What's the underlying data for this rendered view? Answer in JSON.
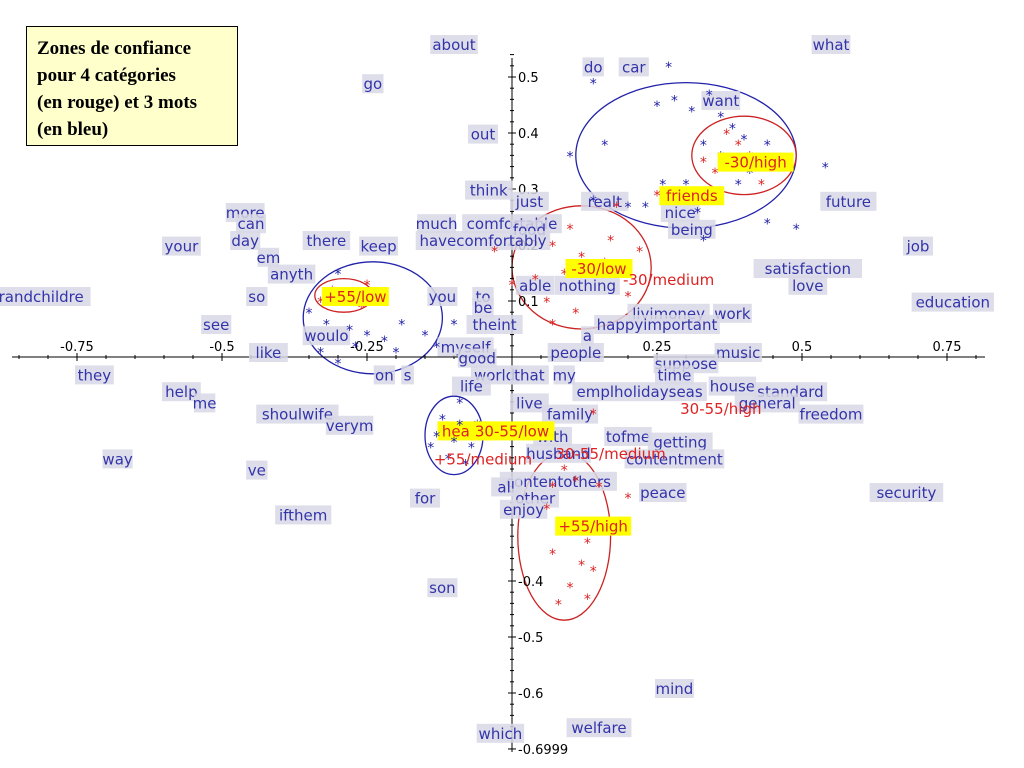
{
  "chart_data": {
    "type": "scatter",
    "title": "Zones de confiance pour 4 catégories (en rouge) et 3 mots (en bleu)",
    "title_lines": [
      "Zones de confiance",
      "pour 4 catégories",
      "(en rouge) et 3 mots",
      "(en bleu)"
    ],
    "xlim": [
      -0.87,
      0.85
    ],
    "ylim": [
      -0.6999,
      0.56
    ],
    "x_ticks": [
      {
        "v": -0.75,
        "label": "-0.75"
      },
      {
        "v": -0.5,
        "label": "-0.5"
      },
      {
        "v": -0.25,
        "label": "-0.25"
      },
      {
        "v": 0.25,
        "label": "0.25"
      },
      {
        "v": 0.5,
        "label": "0.5"
      },
      {
        "v": 0.75,
        "label": "0.75"
      }
    ],
    "y_ticks": [
      {
        "v": 0.5,
        "label": "0.5"
      },
      {
        "v": 0.4,
        "label": "0.4"
      },
      {
        "v": 0.3,
        "label": "0.3"
      },
      {
        "v": 0.2,
        "label": "0.2"
      },
      {
        "v": 0.1,
        "label": "0.1"
      },
      {
        "v": -0.4,
        "label": "-0.4"
      },
      {
        "v": -0.5,
        "label": "-0.5"
      },
      {
        "v": -0.6,
        "label": "-0.6"
      },
      {
        "v": -0.6999,
        "label": "-0.6999"
      }
    ],
    "colors": {
      "words": "#3333aa",
      "word_bg": "#d8d8e6",
      "categories": "#dd2222",
      "highlight": "#ffff00",
      "axis": "#000000"
    },
    "words": [
      {
        "text": "about",
        "x": -0.1,
        "y": 0.55
      },
      {
        "text": "what",
        "x": 0.55,
        "y": 0.55
      },
      {
        "text": "go",
        "x": -0.24,
        "y": 0.48
      },
      {
        "text": "do",
        "x": 0.14,
        "y": 0.51
      },
      {
        "text": "car",
        "x": 0.21,
        "y": 0.51
      },
      {
        "text": "want",
        "x": 0.36,
        "y": 0.45
      },
      {
        "text": "out",
        "x": -0.05,
        "y": 0.39
      },
      {
        "text": "think",
        "x": -0.04,
        "y": 0.29
      },
      {
        "text": "just",
        "x": 0.03,
        "y": 0.27
      },
      {
        "text": "realt",
        "x": 0.16,
        "y": 0.27
      },
      {
        "text": "future",
        "x": 0.58,
        "y": 0.27
      },
      {
        "text": "more",
        "x": -0.46,
        "y": 0.25
      },
      {
        "text": "can",
        "x": -0.45,
        "y": 0.23
      },
      {
        "text": "much",
        "x": -0.13,
        "y": 0.23
      },
      {
        "text": "comfortable",
        "x": 0.0,
        "y": 0.23
      },
      {
        "text": "nice",
        "x": 0.29,
        "y": 0.25
      },
      {
        "text": "food",
        "x": 0.03,
        "y": 0.22
      },
      {
        "text": "being",
        "x": 0.31,
        "y": 0.22
      },
      {
        "text": "day",
        "x": -0.46,
        "y": 0.2
      },
      {
        "text": "there",
        "x": -0.32,
        "y": 0.2
      },
      {
        "text": "havecomfortably",
        "x": -0.05,
        "y": 0.2
      },
      {
        "text": "your",
        "x": -0.57,
        "y": 0.19
      },
      {
        "text": "keep",
        "x": -0.23,
        "y": 0.19
      },
      {
        "text": "job",
        "x": 0.7,
        "y": 0.19
      },
      {
        "text": "em",
        "x": -0.42,
        "y": 0.17
      },
      {
        "text": "satisfaction",
        "x": 0.51,
        "y": 0.15
      },
      {
        "text": "anyth",
        "x": -0.38,
        "y": 0.14
      },
      {
        "text": "love",
        "x": 0.51,
        "y": 0.12
      },
      {
        "text": "able",
        "x": 0.04,
        "y": 0.12
      },
      {
        "text": "nothing",
        "x": 0.13,
        "y": 0.12
      },
      {
        "text": "grandchildre",
        "x": -0.82,
        "y": 0.1
      },
      {
        "text": "so",
        "x": -0.44,
        "y": 0.1
      },
      {
        "text": "you",
        "x": -0.12,
        "y": 0.1
      },
      {
        "text": "to",
        "x": -0.05,
        "y": 0.1
      },
      {
        "text": "education",
        "x": 0.76,
        "y": 0.09
      },
      {
        "text": "be",
        "x": -0.05,
        "y": 0.08
      },
      {
        "text": "livimoney",
        "x": 0.27,
        "y": 0.07
      },
      {
        "text": "work",
        "x": 0.38,
        "y": 0.07
      },
      {
        "text": "see",
        "x": -0.51,
        "y": 0.05
      },
      {
        "text": "theint",
        "x": -0.03,
        "y": 0.05
      },
      {
        "text": "happyimportant",
        "x": 0.25,
        "y": 0.05
      },
      {
        "text": "woulo",
        "x": -0.32,
        "y": 0.03
      },
      {
        "text": "a",
        "x": 0.13,
        "y": 0.03
      },
      {
        "text": "myself",
        "x": -0.08,
        "y": 0.01
      },
      {
        "text": "like",
        "x": -0.42,
        "y": 0.0
      },
      {
        "text": "people",
        "x": 0.11,
        "y": 0.0
      },
      {
        "text": "music",
        "x": 0.39,
        "y": 0.0
      },
      {
        "text": "good",
        "x": -0.06,
        "y": -0.01
      },
      {
        "text": "suppose",
        "x": 0.3,
        "y": -0.02
      },
      {
        "text": "they",
        "x": -0.72,
        "y": -0.04
      },
      {
        "text": "on",
        "x": -0.22,
        "y": -0.04
      },
      {
        "text": "s",
        "x": -0.18,
        "y": -0.04
      },
      {
        "text": "world",
        "x": -0.03,
        "y": -0.04
      },
      {
        "text": "that",
        "x": 0.03,
        "y": -0.04
      },
      {
        "text": "my",
        "x": 0.09,
        "y": -0.04
      },
      {
        "text": "time",
        "x": 0.28,
        "y": -0.04
      },
      {
        "text": "house",
        "x": 0.38,
        "y": -0.06
      },
      {
        "text": "life",
        "x": -0.07,
        "y": -0.06
      },
      {
        "text": "emplholidayseas",
        "x": 0.22,
        "y": -0.07
      },
      {
        "text": "standard",
        "x": 0.48,
        "y": -0.07
      },
      {
        "text": "help",
        "x": -0.57,
        "y": -0.07
      },
      {
        "text": "me",
        "x": -0.53,
        "y": -0.09
      },
      {
        "text": "live",
        "x": 0.03,
        "y": -0.09
      },
      {
        "text": "general",
        "x": 0.44,
        "y": -0.09
      },
      {
        "text": "shoulwife",
        "x": -0.37,
        "y": -0.11
      },
      {
        "text": "family",
        "x": 0.1,
        "y": -0.11
      },
      {
        "text": "freedom",
        "x": 0.55,
        "y": -0.11
      },
      {
        "text": "verym",
        "x": -0.28,
        "y": -0.13
      },
      {
        "text": "with",
        "x": 0.07,
        "y": -0.15
      },
      {
        "text": "tofme",
        "x": 0.2,
        "y": -0.15
      },
      {
        "text": "getting",
        "x": 0.29,
        "y": -0.16
      },
      {
        "text": "husband",
        "x": 0.08,
        "y": -0.18
      },
      {
        "text": "way",
        "x": -0.68,
        "y": -0.19
      },
      {
        "text": "contentment",
        "x": 0.28,
        "y": -0.19
      },
      {
        "text": "ve",
        "x": -0.44,
        "y": -0.21
      },
      {
        "text": "contentothers",
        "x": 0.08,
        "y": -0.23
      },
      {
        "text": "all",
        "x": -0.01,
        "y": -0.24
      },
      {
        "text": "peace",
        "x": 0.26,
        "y": -0.25
      },
      {
        "text": "security",
        "x": 0.68,
        "y": -0.25
      },
      {
        "text": "for",
        "x": -0.15,
        "y": -0.26
      },
      {
        "text": "other",
        "x": 0.04,
        "y": -0.26
      },
      {
        "text": "enjoy",
        "x": 0.02,
        "y": -0.28
      },
      {
        "text": "ifthem",
        "x": -0.36,
        "y": -0.29
      },
      {
        "text": "son",
        "x": -0.12,
        "y": -0.42
      },
      {
        "text": "mind",
        "x": 0.28,
        "y": -0.6
      },
      {
        "text": "welfare",
        "x": 0.15,
        "y": -0.67
      },
      {
        "text": "which",
        "x": -0.02,
        "y": -0.68
      },
      {
        "text": "friends",
        "x": 0.31,
        "y": 0.28
      },
      {
        "text": "health",
        "x": -0.08,
        "y": -0.14
      }
    ],
    "highlighted_words": [
      "friends",
      "health"
    ],
    "categories": [
      {
        "label": "-30/high",
        "x": 0.42,
        "y": 0.34,
        "highlight": true
      },
      {
        "label": "-30/low",
        "x": 0.15,
        "y": 0.15,
        "highlight": true
      },
      {
        "label": "-30/medium",
        "x": 0.27,
        "y": 0.13,
        "highlight": false
      },
      {
        "label": "+55/low",
        "x": -0.27,
        "y": 0.1,
        "highlight": true
      },
      {
        "label": "30-55/high",
        "x": 0.36,
        "y": -0.1,
        "highlight": false
      },
      {
        "label": "30-55/low",
        "x": 0.0,
        "y": -0.14,
        "highlight": true
      },
      {
        "label": "+55/medium",
        "x": -0.05,
        "y": -0.19,
        "highlight": false
      },
      {
        "label": "30-55/medium",
        "x": 0.17,
        "y": -0.18,
        "highlight": false
      },
      {
        "label": "+55/high",
        "x": 0.14,
        "y": -0.31,
        "highlight": true
      }
    ],
    "ellipses": [
      {
        "name": "friends-zone",
        "color": "blue",
        "cx": 0.3,
        "cy": 0.36,
        "rx": 0.19,
        "ry": 0.13
      },
      {
        "name": "-30/high-zone",
        "color": "red",
        "cx": 0.4,
        "cy": 0.36,
        "rx": 0.09,
        "ry": 0.07
      },
      {
        "name": "-30/low-zone",
        "color": "red",
        "cx": 0.12,
        "cy": 0.16,
        "rx": 0.12,
        "ry": 0.11
      },
      {
        "name": "+55/low-zone",
        "color": "red",
        "cx": -0.29,
        "cy": 0.11,
        "rx": 0.05,
        "ry": 0.03
      },
      {
        "name": "blue-left-zone",
        "color": "blue",
        "cx": -0.24,
        "cy": 0.07,
        "rx": 0.12,
        "ry": 0.1
      },
      {
        "name": "health-zone",
        "color": "blue",
        "cx": -0.1,
        "cy": -0.14,
        "rx": 0.05,
        "ry": 0.07
      },
      {
        "name": "+55/high-zone",
        "color": "red",
        "cx": 0.09,
        "cy": -0.32,
        "rx": 0.08,
        "ry": 0.15
      }
    ],
    "stars": [
      {
        "x": 0.27,
        "y": 0.52,
        "c": "blue"
      },
      {
        "x": 0.14,
        "y": 0.49,
        "c": "blue"
      },
      {
        "x": 0.25,
        "y": 0.45,
        "c": "blue"
      },
      {
        "x": 0.28,
        "y": 0.46,
        "c": "blue"
      },
      {
        "x": 0.31,
        "y": 0.44,
        "c": "blue"
      },
      {
        "x": 0.34,
        "y": 0.47,
        "c": "blue"
      },
      {
        "x": 0.36,
        "y": 0.43,
        "c": "blue"
      },
      {
        "x": 0.38,
        "y": 0.41,
        "c": "blue"
      },
      {
        "x": 0.4,
        "y": 0.39,
        "c": "blue"
      },
      {
        "x": 0.44,
        "y": 0.38,
        "c": "blue"
      },
      {
        "x": 0.33,
        "y": 0.38,
        "c": "blue"
      },
      {
        "x": 0.36,
        "y": 0.36,
        "c": "blue"
      },
      {
        "x": 0.1,
        "y": 0.36,
        "c": "blue"
      },
      {
        "x": 0.16,
        "y": 0.38,
        "c": "blue"
      },
      {
        "x": 0.26,
        "y": 0.31,
        "c": "blue"
      },
      {
        "x": 0.3,
        "y": 0.31,
        "c": "blue"
      },
      {
        "x": 0.39,
        "y": 0.31,
        "c": "blue"
      },
      {
        "x": 0.41,
        "y": 0.33,
        "c": "blue"
      },
      {
        "x": 0.14,
        "y": 0.28,
        "c": "blue"
      },
      {
        "x": 0.2,
        "y": 0.27,
        "c": "blue"
      },
      {
        "x": 0.23,
        "y": 0.27,
        "c": "blue"
      },
      {
        "x": 0.32,
        "y": 0.26,
        "c": "blue"
      },
      {
        "x": 0.44,
        "y": 0.24,
        "c": "blue"
      },
      {
        "x": 0.54,
        "y": 0.34,
        "c": "blue"
      },
      {
        "x": 0.49,
        "y": 0.23,
        "c": "blue"
      },
      {
        "x": 0.33,
        "y": 0.21,
        "c": "blue"
      },
      {
        "x": 0.41,
        "y": 0.36,
        "c": "red"
      },
      {
        "x": 0.38,
        "y": 0.35,
        "c": "red"
      },
      {
        "x": 0.35,
        "y": 0.33,
        "c": "red"
      },
      {
        "x": 0.43,
        "y": 0.31,
        "c": "red"
      },
      {
        "x": 0.46,
        "y": 0.35,
        "c": "red"
      },
      {
        "x": 0.39,
        "y": 0.38,
        "c": "red"
      },
      {
        "x": 0.37,
        "y": 0.4,
        "c": "red"
      },
      {
        "x": 0.33,
        "y": 0.35,
        "c": "red"
      },
      {
        "x": 0.25,
        "y": 0.29,
        "c": "red"
      },
      {
        "x": 0.18,
        "y": 0.27,
        "c": "red"
      },
      {
        "x": 0.1,
        "y": 0.23,
        "c": "red"
      },
      {
        "x": 0.07,
        "y": 0.2,
        "c": "red"
      },
      {
        "x": 0.12,
        "y": 0.18,
        "c": "red"
      },
      {
        "x": 0.16,
        "y": 0.17,
        "c": "red"
      },
      {
        "x": 0.09,
        "y": 0.15,
        "c": "red"
      },
      {
        "x": 0.04,
        "y": 0.14,
        "c": "red"
      },
      {
        "x": 0.06,
        "y": 0.1,
        "c": "red"
      },
      {
        "x": 0.11,
        "y": 0.08,
        "c": "red"
      },
      {
        "x": 0.2,
        "y": 0.11,
        "c": "red"
      },
      {
        "x": 0.22,
        "y": 0.19,
        "c": "red"
      },
      {
        "x": 0.17,
        "y": 0.21,
        "c": "red"
      },
      {
        "x": 0.0,
        "y": 0.13,
        "c": "red"
      },
      {
        "x": -0.03,
        "y": 0.19,
        "c": "red"
      },
      {
        "x": 0.07,
        "y": 0.06,
        "c": "red"
      },
      {
        "x": -0.31,
        "y": 0.12,
        "c": "red"
      },
      {
        "x": -0.28,
        "y": 0.11,
        "c": "red"
      },
      {
        "x": -0.3,
        "y": 0.1,
        "c": "red"
      },
      {
        "x": -0.26,
        "y": 0.09,
        "c": "red"
      },
      {
        "x": -0.33,
        "y": 0.1,
        "c": "red"
      },
      {
        "x": -0.25,
        "y": 0.13,
        "c": "red"
      },
      {
        "x": -0.3,
        "y": 0.15,
        "c": "blue"
      },
      {
        "x": -0.35,
        "y": 0.08,
        "c": "blue"
      },
      {
        "x": -0.32,
        "y": 0.06,
        "c": "blue"
      },
      {
        "x": -0.28,
        "y": 0.05,
        "c": "blue"
      },
      {
        "x": -0.25,
        "y": 0.04,
        "c": "blue"
      },
      {
        "x": -0.22,
        "y": 0.03,
        "c": "blue"
      },
      {
        "x": -0.27,
        "y": 0.02,
        "c": "blue"
      },
      {
        "x": -0.19,
        "y": 0.06,
        "c": "blue"
      },
      {
        "x": -0.15,
        "y": 0.04,
        "c": "blue"
      },
      {
        "x": -0.13,
        "y": 0.02,
        "c": "blue"
      },
      {
        "x": -0.1,
        "y": 0.06,
        "c": "blue"
      },
      {
        "x": -0.33,
        "y": 0.01,
        "c": "blue"
      },
      {
        "x": -0.3,
        "y": -0.01,
        "c": "blue"
      },
      {
        "x": -0.2,
        "y": 0.01,
        "c": "blue"
      },
      {
        "x": -0.12,
        "y": -0.11,
        "c": "blue"
      },
      {
        "x": -0.09,
        "y": -0.12,
        "c": "blue"
      },
      {
        "x": -0.13,
        "y": -0.14,
        "c": "blue"
      },
      {
        "x": -0.1,
        "y": -0.15,
        "c": "blue"
      },
      {
        "x": -0.07,
        "y": -0.16,
        "c": "blue"
      },
      {
        "x": -0.11,
        "y": -0.18,
        "c": "blue"
      },
      {
        "x": -0.08,
        "y": -0.19,
        "c": "blue"
      },
      {
        "x": -0.06,
        "y": -0.12,
        "c": "blue"
      },
      {
        "x": -0.09,
        "y": -0.08,
        "c": "blue"
      },
      {
        "x": -0.14,
        "y": -0.16,
        "c": "blue"
      },
      {
        "x": 0.07,
        "y": -0.23,
        "c": "red"
      },
      {
        "x": 0.11,
        "y": -0.22,
        "c": "red"
      },
      {
        "x": 0.15,
        "y": -0.23,
        "c": "red"
      },
      {
        "x": 0.06,
        "y": -0.27,
        "c": "red"
      },
      {
        "x": 0.1,
        "y": -0.3,
        "c": "red"
      },
      {
        "x": 0.13,
        "y": -0.33,
        "c": "red"
      },
      {
        "x": 0.07,
        "y": -0.35,
        "c": "red"
      },
      {
        "x": 0.12,
        "y": -0.37,
        "c": "red"
      },
      {
        "x": 0.14,
        "y": -0.38,
        "c": "red"
      },
      {
        "x": 0.1,
        "y": -0.41,
        "c": "red"
      },
      {
        "x": 0.13,
        "y": -0.43,
        "c": "red"
      },
      {
        "x": 0.08,
        "y": -0.44,
        "c": "red"
      },
      {
        "x": 0.09,
        "y": -0.2,
        "c": "red"
      },
      {
        "x": 0.2,
        "y": -0.25,
        "c": "red"
      },
      {
        "x": 0.03,
        "y": -0.14,
        "c": "red"
      },
      {
        "x": 0.14,
        "y": -0.1,
        "c": "red"
      }
    ]
  }
}
